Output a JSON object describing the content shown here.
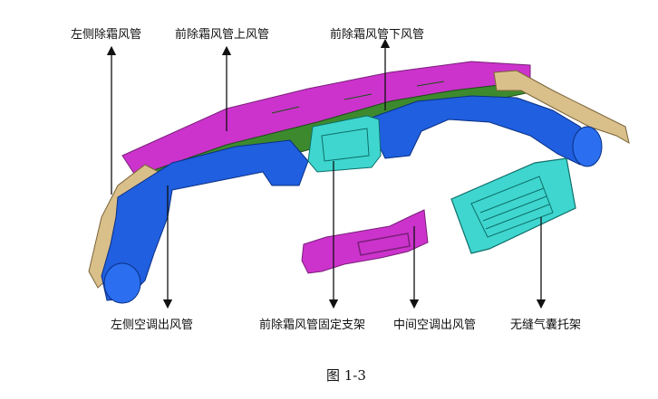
{
  "labels": {
    "left_defrost_duct": "左侧除霜风管",
    "front_defrost_upper": "前除霜风管上风管",
    "front_defrost_lower": "前除霜风管下风管",
    "left_ac_duct": "左侧空调出风管",
    "defrost_bracket": "前除霜风管固定支架",
    "center_ac_duct": "中间空调出风管",
    "airbag_bracket": "无缝气囊托架"
  },
  "caption": "图 1-3",
  "colors": {
    "defrost_magenta": "#cc33cc",
    "defrost_green": "#3d8a2e",
    "duct_blue": "#1f5fe0",
    "bracket_cyan": "#3fd6cf",
    "side_tan": "#d9bf8a",
    "arrow": "#111111"
  }
}
